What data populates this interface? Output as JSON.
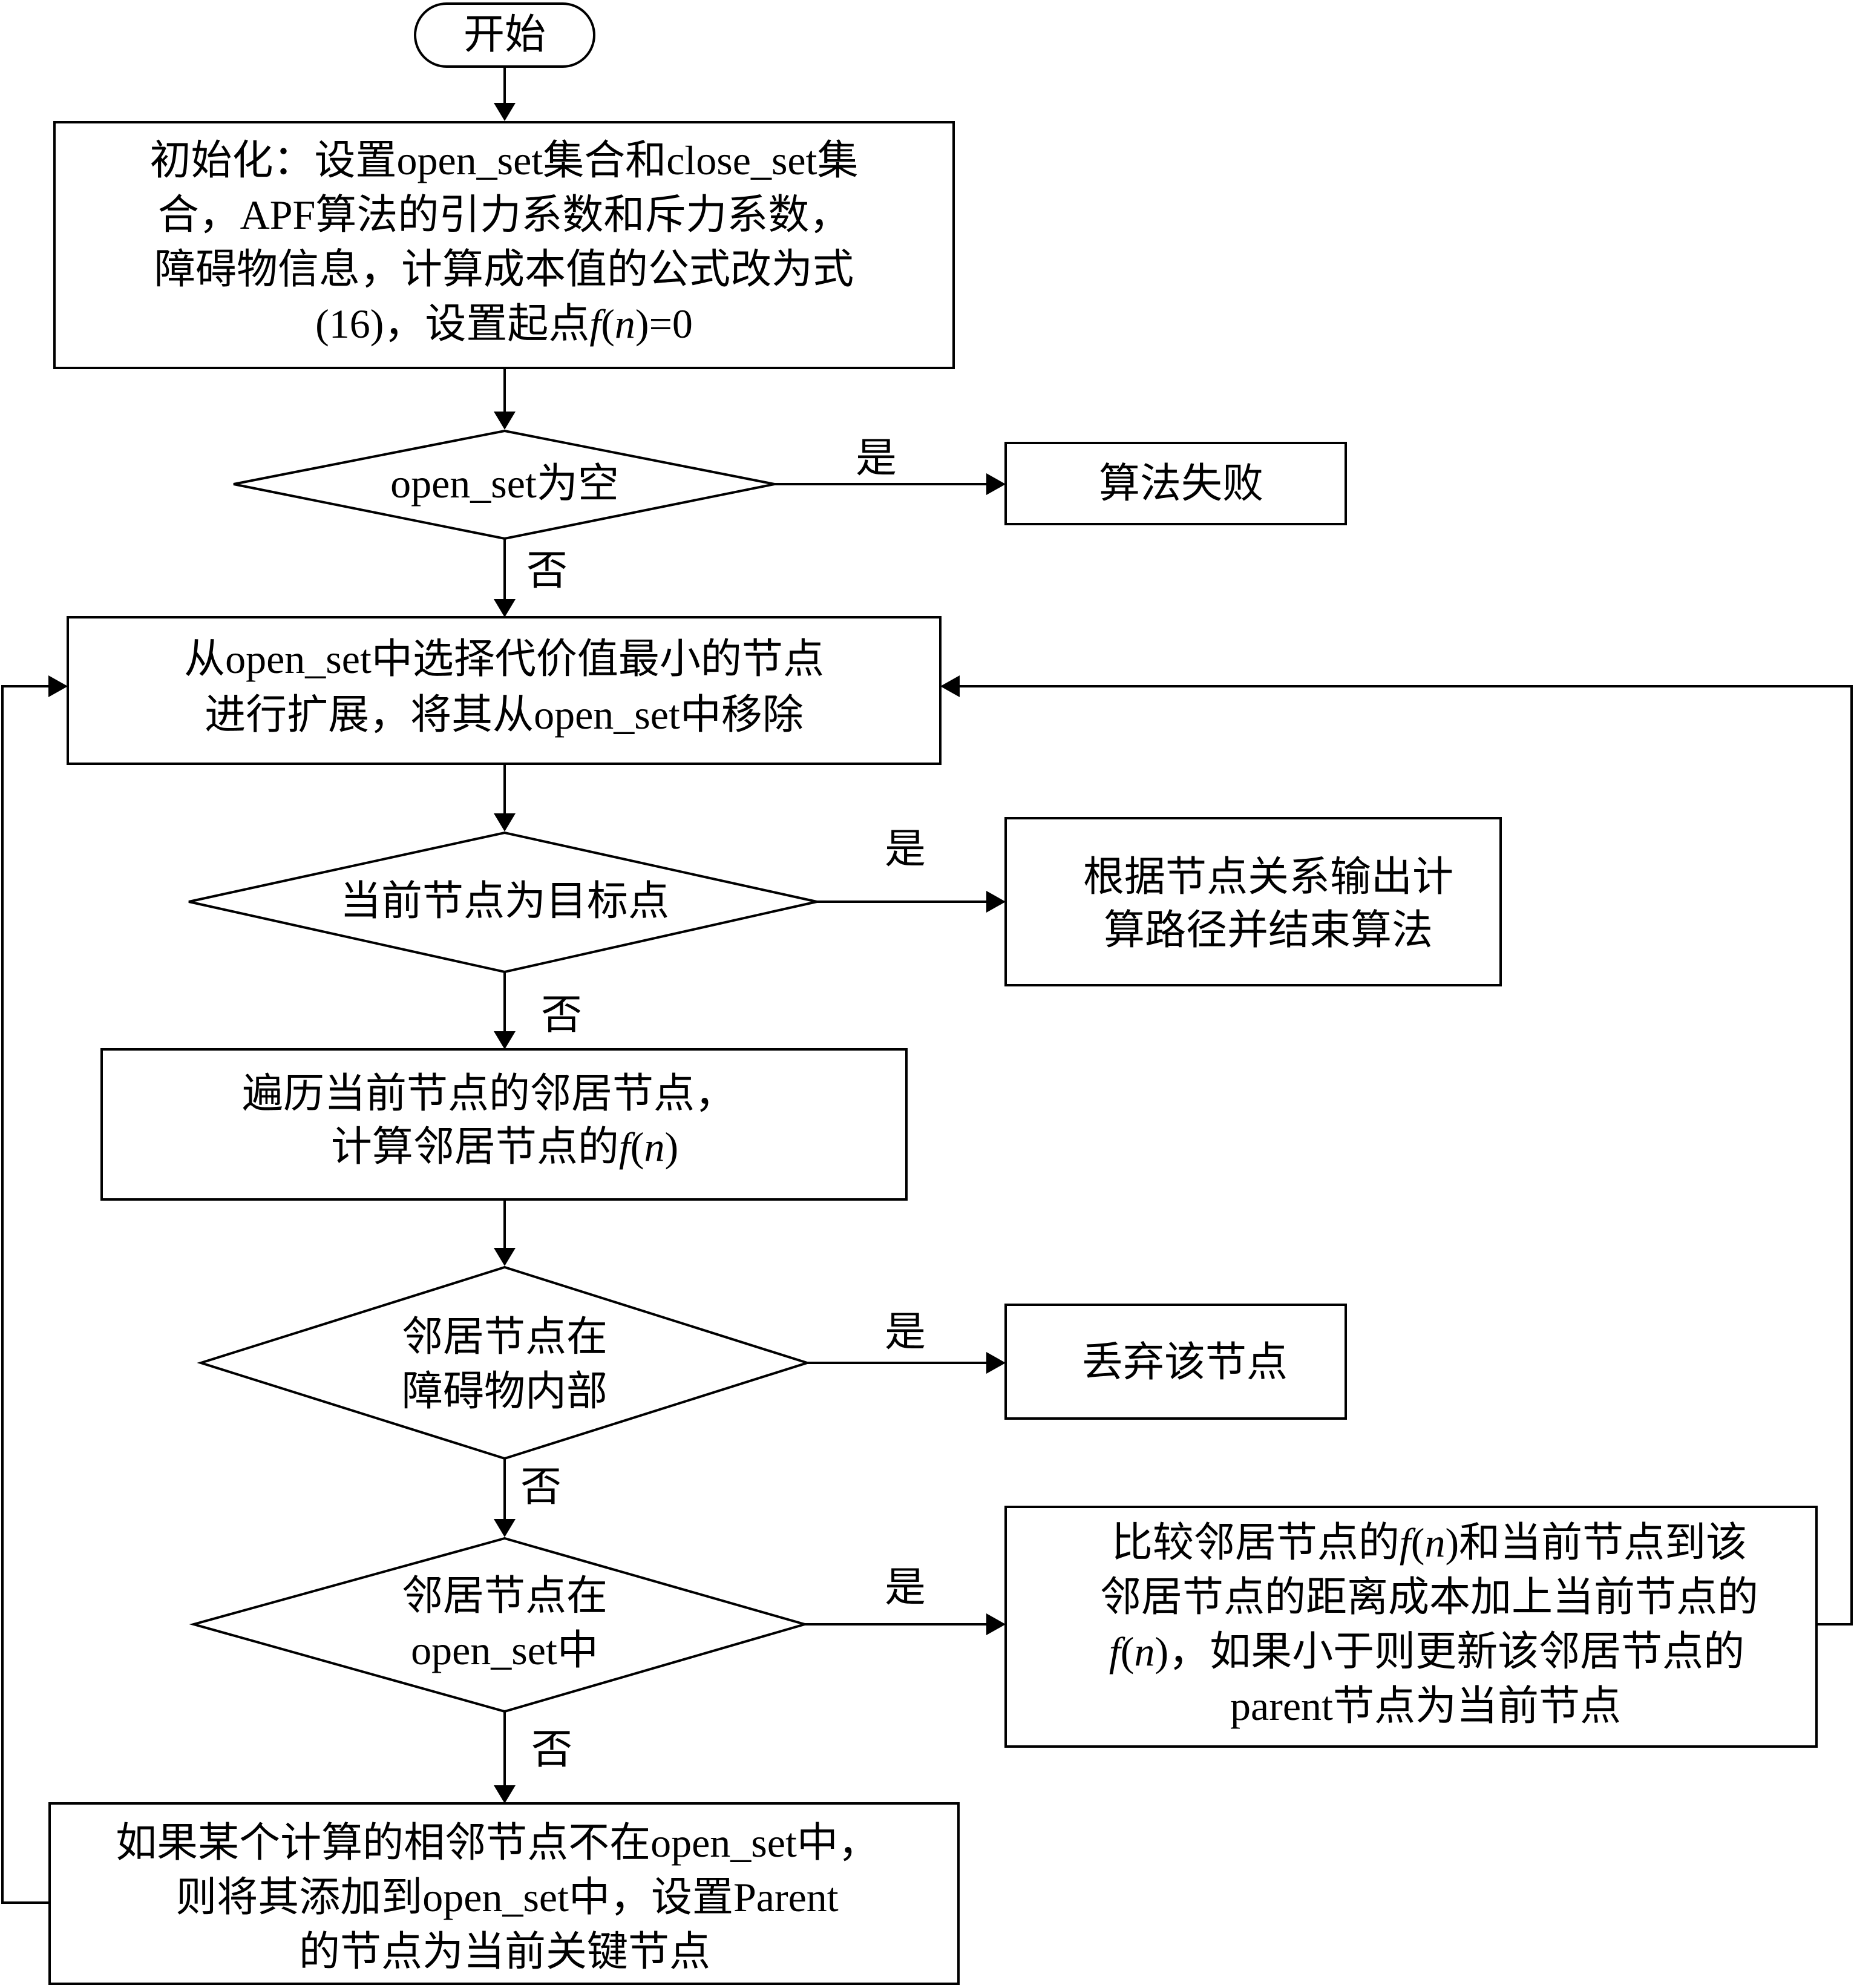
{
  "nodes": {
    "start": {
      "label": "开始"
    },
    "init": {
      "line1": "初始化：设置open_set集合和close_set集",
      "line2": "合，APF算法的引力系数和斥力系数，",
      "line3": "障碍物信息，计算成本值的公式改为式",
      "line4_a": "(16)，设置起点",
      "line4_f": "f",
      "line4_b": "(",
      "line4_n": "n",
      "line4_c": ")=0"
    },
    "decision_empty": {
      "label": "open_set为空"
    },
    "fail": {
      "label": "算法失败"
    },
    "select": {
      "line1": "从open_set中选择代价值最小的节点",
      "line2": "进行扩展，将其从open_set中移除"
    },
    "decision_goal": {
      "label": "当前节点为目标点"
    },
    "output": {
      "line1": "根据节点关系输出计",
      "line2": "算路径并结束算法"
    },
    "traverse": {
      "line1": "遍历当前节点的邻居节点，",
      "line2_a": "计算邻居节点的",
      "line2_f": "f",
      "line2_b": "(",
      "line2_n": "n",
      "line2_c": ")"
    },
    "decision_obstacle": {
      "line1": "邻居节点在",
      "line2": "障碍物内部"
    },
    "discard": {
      "label": "丢弃该节点"
    },
    "decision_inopen": {
      "line1": "邻居节点在",
      "line2": "open_set中"
    },
    "compare": {
      "line1_a": "比较邻居节点的",
      "line1_f": "f",
      "line1_b": "(",
      "line1_n": "n",
      "line1_c": ")和当前节点到该",
      "line2": "邻居节点的距离成本加上当前节点的",
      "line3_f": "f",
      "line3_b": "(",
      "line3_n": "n",
      "line3_c": ")，如果小于则更新该邻居节点的",
      "line4": "parent节点为当前节点"
    },
    "add": {
      "line1": "如果某个计算的相邻节点不在open_set中，",
      "line2": "则将其添加到open_set中，设置Parent",
      "line3": "的节点为当前关键节点"
    }
  },
  "edge_labels": {
    "yes": "是",
    "no": "否"
  }
}
